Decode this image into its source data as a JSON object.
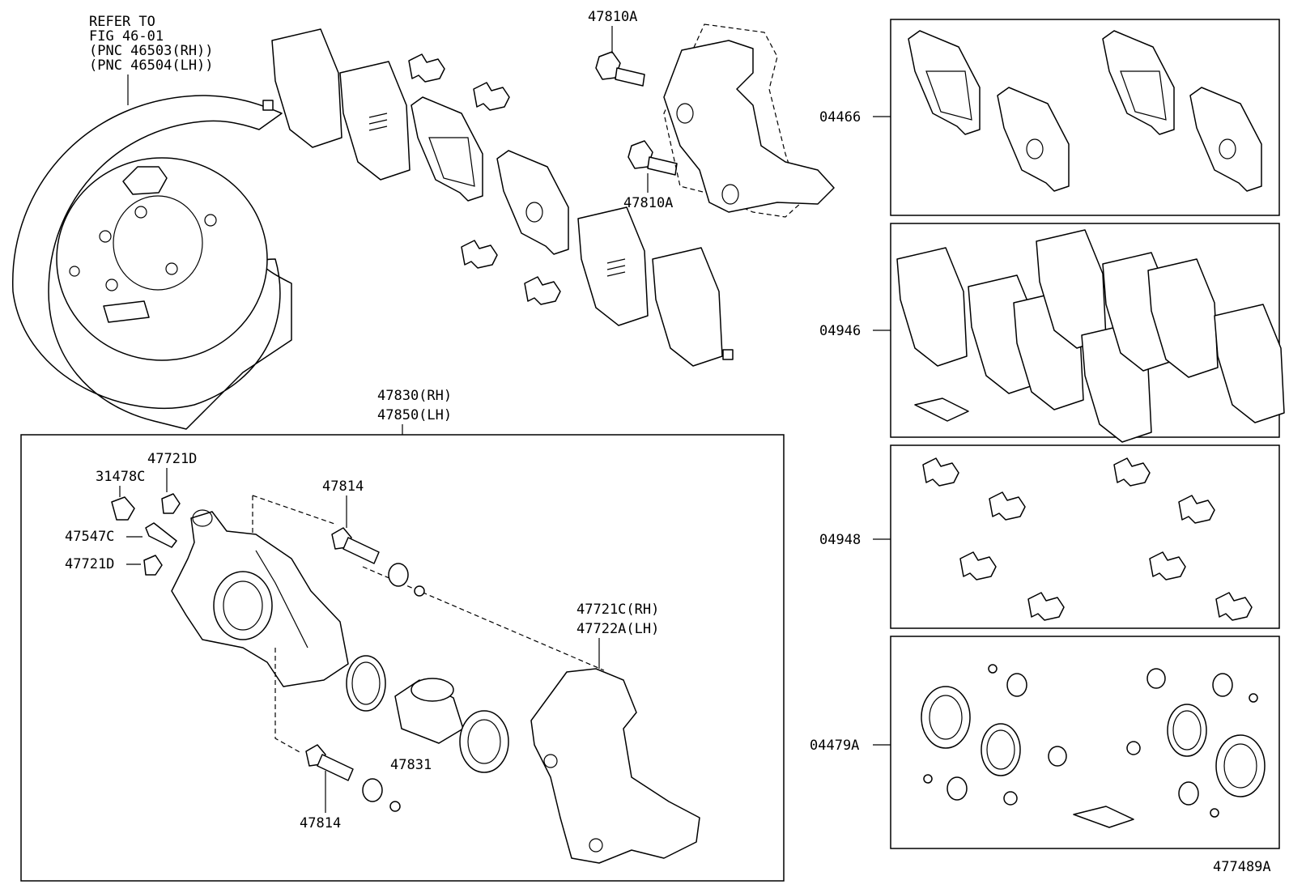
{
  "diagram": {
    "refer_lines": [
      "REFER TO",
      "FIG 46-01",
      "(PNC 46503(RH))",
      "(PNC 46504(LH))"
    ],
    "callouts": {
      "bolt_top": "47810A",
      "bolt_mid": "47810A",
      "caliper_rh": "47830(RH)",
      "caliper_lh": "47850(LH)",
      "bleeder_cap": "47721D",
      "plug": "31478C",
      "bleeder_screw": "47547C",
      "bleeder_cap_2": "47721D",
      "pin_upper": "47814",
      "mounting_rh": "47721C(RH)",
      "mounting_lh": "47722A(LH)",
      "piston": "47831",
      "pin_lower": "47814"
    },
    "kits": [
      {
        "code": "04466"
      },
      {
        "code": "04946"
      },
      {
        "code": "04948"
      },
      {
        "code": "04479A"
      }
    ],
    "figure_number": "477489A"
  }
}
